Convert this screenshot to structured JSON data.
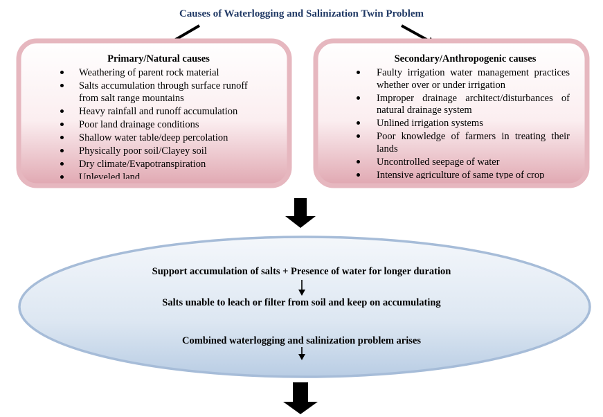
{
  "title": "Causes of Waterlogging  and Salinization Twin Problem",
  "primary": {
    "heading": "Primary/Natural causes",
    "items": [
      "Weathering of parent rock material",
      "Salts accumulation through surface runoff from salt range mountains",
      "Heavy rainfall and runoff accumulation",
      "Poor land drainage conditions",
      "Shallow water table/deep percolation",
      "Physically poor soil/Clayey soil",
      "Dry climate/Evapotranspiration",
      "Unleveled land"
    ]
  },
  "secondary": {
    "heading": "Secondary/Anthropogenic causes",
    "items": [
      "Faulty irrigation water management practices whether over or under irrigation",
      "Improper drainage architect/disturbances of natural drainage system",
      "Unlined irrigation systems",
      "Poor knowledge of farmers in treating their lands",
      "Uncontrolled seepage of water",
      "Intensive agriculture of same type of crop"
    ]
  },
  "process": {
    "step1": "Support accumulation of salts + Presence of water for longer duration",
    "step2": "Salts unable to leach or filter from soil and keep on accumulating",
    "step3": "Combined waterlogging and salinization problem arises"
  },
  "colors": {
    "title": "#1f3864",
    "box_border": "#e6b7bf",
    "box_fill_top": "#ffffff",
    "box_fill_bottom": "#e0a7b1",
    "oval_border": "#a6bcd8",
    "oval_fill_top": "#f4f7fb",
    "oval_fill_bottom": "#b9cde4"
  }
}
